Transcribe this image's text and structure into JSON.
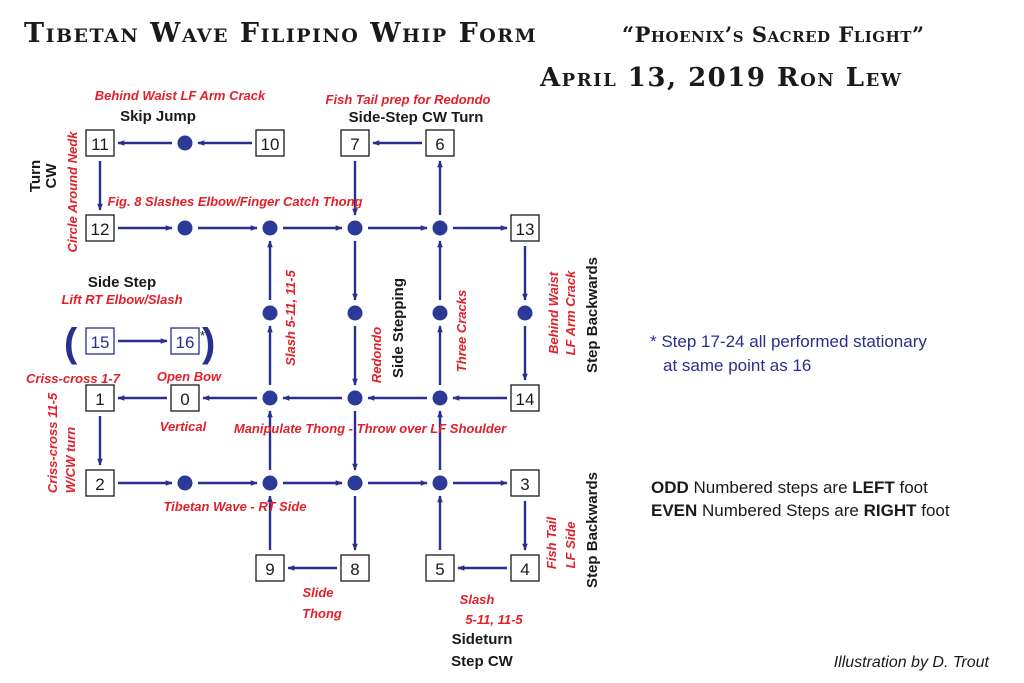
{
  "header": {
    "title": "Tibetan Wave Filipino Whip Form",
    "subtitle": "“Phoenix’s Sacred Flight”",
    "date_author": "April 13, 2019   Ron Lew"
  },
  "colors": {
    "line": "#2a2e8c",
    "dot": "#2a3a96",
    "red": "#e3202a",
    "ink": "#1a1a1a"
  },
  "steps": [
    "11",
    "10",
    "7",
    "6",
    "12",
    "13",
    "15",
    "16",
    "1",
    "0",
    "14",
    "2",
    "3",
    "9",
    "8",
    "5",
    "4"
  ],
  "step16_marker": "*",
  "parens": {
    "open": "(",
    "close": ")"
  },
  "labels": {
    "behind_waist_lf_arm_crack_top": "Behind Waist LF Arm Crack",
    "skip_jump": "Skip Jump",
    "fish_tail_prep": "Fish Tail prep for Redondo",
    "side_step_cw_turn": "Side-Step CW Turn",
    "turn_cw_1": "Turn",
    "turn_cw_2": "CW",
    "circle_around_neck": "Circle Around Nedk",
    "fig8": "Fig. 8 Slashes Elbow/Finger Catch Thong",
    "side_step": "Side Step",
    "lift_rt_elbow": "Lift RT Elbow/Slash",
    "slash_5_11": "Slash 5-11, 11-5",
    "redondo": "Redondo",
    "side_stepping": "Side Stepping",
    "three_cracks": "Three Cracks",
    "behind_waist_1": "Behind Waist",
    "behind_waist_2": "LF Arm Crack",
    "step_backwards_top": "Step Backwards",
    "criss_cross_1_7": "Criss-cross 1-7",
    "open_bow": "Open Bow",
    "vertical": "Vertical",
    "manipulate": "Manipulate Thong - Throw over LF Shoulder",
    "criss_cross_11_5_a": "Criss-cross 11-5",
    "criss_cross_11_5_b": "W/CW turn",
    "tibetan_wave": "Tibetan Wave - RT Side",
    "slide": "Slide",
    "thong": "Thong",
    "fish_tail": "Fish Tail",
    "lf_side": "LF Side",
    "step_backwards_bottom": "Step Backwards",
    "slash_bottom_1": "Slash",
    "slash_bottom_2": "5-11, 11-5",
    "sideturn": "Sideturn",
    "step_cw": "Step CW"
  },
  "notes": {
    "stationary_1": "* Step 17-24 all performed stationary",
    "stationary_2": "at same point as 16",
    "odd_bold": "ODD",
    "odd_mid": " Numbered steps are ",
    "odd_foot": "LEFT",
    "odd_end": " foot",
    "even_bold": "EVEN",
    "even_mid": " Numbered Steps are ",
    "even_foot": "RIGHT",
    "even_end": " foot"
  },
  "credit": "Illustration by D. Trout"
}
